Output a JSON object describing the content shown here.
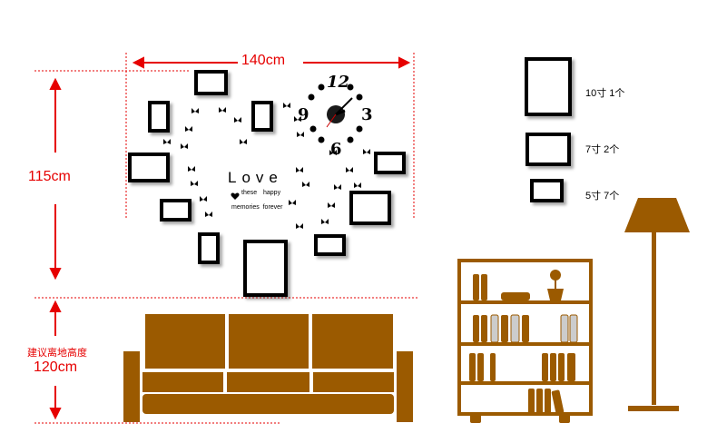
{
  "dimensions": {
    "width_label": "140cm",
    "height_label": "115cm",
    "floor_label_line1": "建议离地高度",
    "floor_label_line2": "120cm"
  },
  "love_text": {
    "title": "Love",
    "line2a": "these",
    "line2b": "happy",
    "line3": "memories  forever"
  },
  "clock": {
    "n12": "12",
    "n3": "3",
    "n6": "6",
    "n9": "9"
  },
  "legend": [
    {
      "label": "10寸  1个"
    },
    {
      "label": "7寸  2个"
    },
    {
      "label": "5寸  7个"
    }
  ],
  "colors": {
    "furniture": "#9b5a00",
    "dimension": "#e60000",
    "frame": "#000000"
  }
}
